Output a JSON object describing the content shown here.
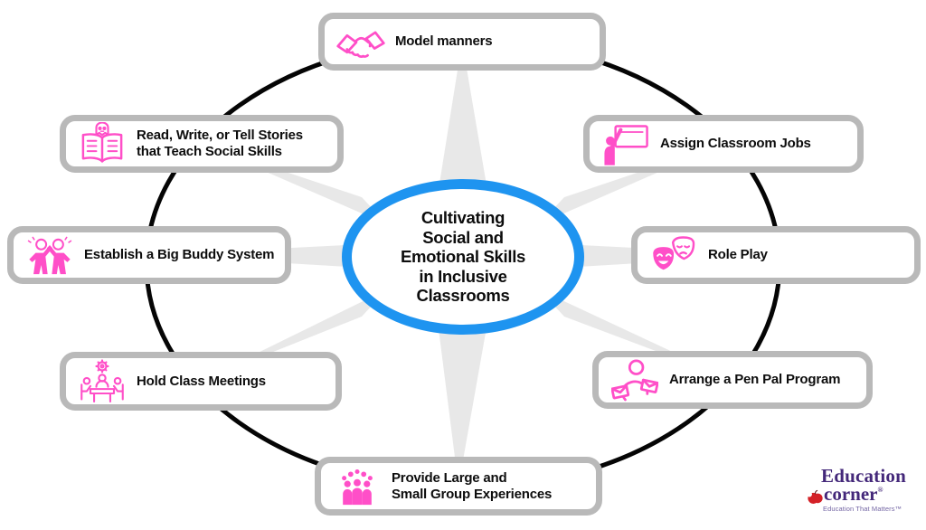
{
  "center": {
    "lines": [
      "Cultivating",
      "Social and",
      "Emotional Skills",
      "in Inclusive",
      "Classrooms"
    ]
  },
  "nodes": [
    {
      "id": "model-manners",
      "icon": "handshake-icon",
      "lines": [
        "Model manners"
      ]
    },
    {
      "id": "assign-classroom-jobs",
      "icon": "teacher-whiteboard-icon",
      "lines": [
        "Assign Classroom Jobs"
      ]
    },
    {
      "id": "role-play",
      "icon": "theater-masks-icon",
      "lines": [
        "Role Play"
      ]
    },
    {
      "id": "pen-pal-program",
      "icon": "pen-pal-letters-icon",
      "lines": [
        "Arrange a Pen Pal Program"
      ]
    },
    {
      "id": "group-experiences",
      "icon": "people-group-icon",
      "lines": [
        "Provide Large and",
        "Small Group Experiences"
      ]
    },
    {
      "id": "class-meetings",
      "icon": "meeting-table-icon",
      "lines": [
        "Hold Class Meetings"
      ]
    },
    {
      "id": "big-buddy-system",
      "icon": "high-five-icon",
      "lines": [
        "Establish a Big Buddy System"
      ]
    },
    {
      "id": "stories-social-skills",
      "icon": "storybook-icon",
      "lines": [
        "Read, Write, or Tell Stories",
        "that Teach Social Skills"
      ]
    }
  ],
  "logo": {
    "line1": "Education",
    "line2": "corner",
    "reg": "®",
    "tagline": "Education That Matters™"
  },
  "colors": {
    "icon_pink": "#ff4fc8",
    "ellipse_blue": "#1e94f0",
    "box_border_gray": "#b9b9b9",
    "ring_black": "#050505",
    "ray_gray": "#e8e8e8",
    "logo_purple": "#44287a",
    "apple_red": "#d42127"
  }
}
